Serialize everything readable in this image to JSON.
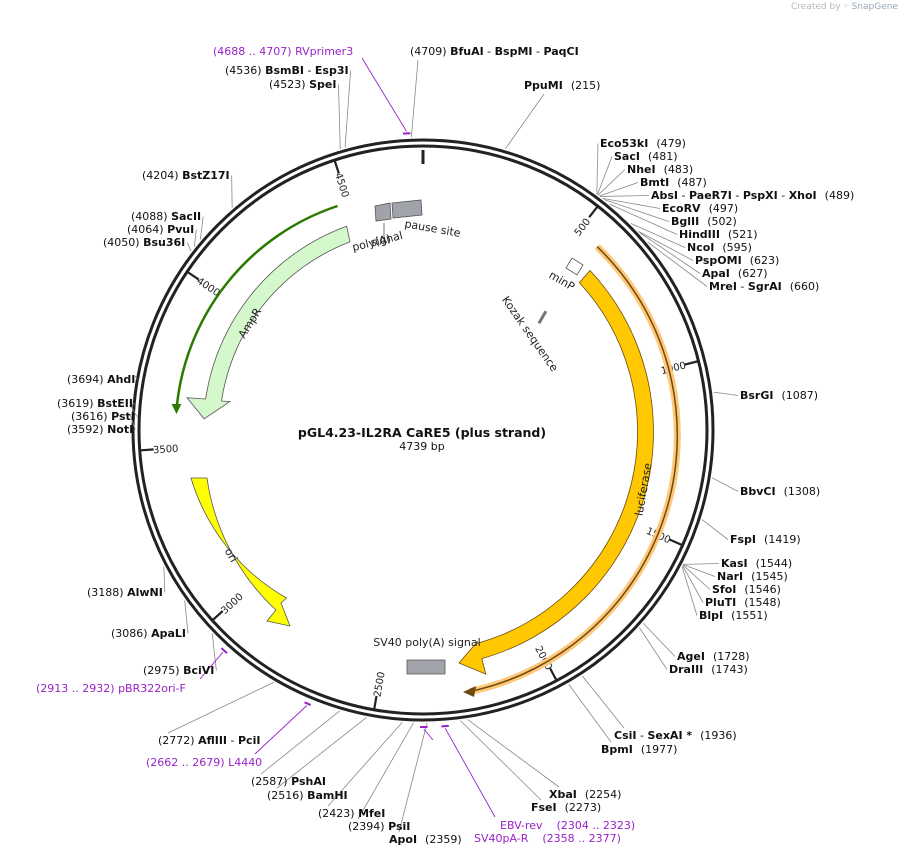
{
  "credit": {
    "prefix": "Created by",
    "brand": "SnapGene"
  },
  "plasmid": {
    "name": "pGL4.23-IL2RA CaRE5 (plus strand)",
    "length_label": "4739 bp",
    "length": 4739
  },
  "ticks": [
    "500",
    "1000",
    "1500",
    "2000",
    "2500",
    "3000",
    "3500",
    "4000",
    "4500"
  ],
  "colors": {
    "ampr": "#d4f7cc",
    "ampr_arrow": "#2a7a00",
    "luciferase": "#ffc800",
    "luc_arrow_outline": "#ffc879",
    "ori": "#ffff00",
    "terminator": "#a0a4aa",
    "primer": "#9a22c9"
  },
  "features": {
    "ampr": "AmpR",
    "ori": "ori",
    "luciferase": "luciferase",
    "sv40": "SV40 poly(A) signal",
    "polya": "poly(A)\nsignal",
    "pause": "pause site",
    "minp": "minP",
    "kozak": "Kozak sequence"
  },
  "sites": [
    {
      "names": [
        "BfuAI",
        "BspMI",
        "PaqCI"
      ],
      "pos": "(4709)"
    },
    {
      "names": [
        "PpuMI"
      ],
      "pos": "(215)"
    },
    {
      "names": [
        "Eco53kI"
      ],
      "pos": "(479)"
    },
    {
      "names": [
        "SacI"
      ],
      "pos": "(481)"
    },
    {
      "names": [
        "NheI"
      ],
      "pos": "(483)"
    },
    {
      "names": [
        "BmtI"
      ],
      "pos": "(487)"
    },
    {
      "names": [
        "AbsI",
        "PaeR7I",
        "PspXI",
        "XhoI"
      ],
      "pos": "(489)"
    },
    {
      "names": [
        "EcoRV"
      ],
      "pos": "(497)"
    },
    {
      "names": [
        "BglII"
      ],
      "pos": "(502)"
    },
    {
      "names": [
        "HindIII"
      ],
      "pos": "(521)"
    },
    {
      "names": [
        "NcoI"
      ],
      "pos": "(595)"
    },
    {
      "names": [
        "PspOMI"
      ],
      "pos": "(623)"
    },
    {
      "names": [
        "ApaI"
      ],
      "pos": "(627)"
    },
    {
      "names": [
        "MreI",
        "SgrAI"
      ],
      "pos": "(660)"
    },
    {
      "names": [
        "BsrGI"
      ],
      "pos": "(1087)"
    },
    {
      "names": [
        "BbvCI"
      ],
      "pos": "(1308)"
    },
    {
      "names": [
        "FspI"
      ],
      "pos": "(1419)"
    },
    {
      "names": [
        "KasI"
      ],
      "pos": "(1544)"
    },
    {
      "names": [
        "NarI"
      ],
      "pos": "(1545)"
    },
    {
      "names": [
        "SfoI"
      ],
      "pos": "(1546)"
    },
    {
      "names": [
        "PluTI"
      ],
      "pos": "(1548)"
    },
    {
      "names": [
        "BlpI"
      ],
      "pos": "(1551)"
    },
    {
      "names": [
        "AgeI"
      ],
      "pos": "(1728)"
    },
    {
      "names": [
        "DraIII"
      ],
      "pos": "(1743)"
    },
    {
      "names": [
        "CsiI",
        "SexAI *"
      ],
      "pos": "(1936)"
    },
    {
      "names": [
        "BpmI"
      ],
      "pos": "(1977)"
    },
    {
      "names": [
        "XbaI"
      ],
      "pos": "(2254)"
    },
    {
      "names": [
        "FseI"
      ],
      "pos": "(2273)"
    },
    {
      "names": [
        "ApoI"
      ],
      "pos": "(2359)"
    },
    {
      "names": [
        "PsiI"
      ],
      "pos": "(2394)"
    },
    {
      "names": [
        "MfeI"
      ],
      "pos": "(2423)"
    },
    {
      "names": [
        "BamHI"
      ],
      "pos": "(2516)"
    },
    {
      "names": [
        "PshAI"
      ],
      "pos": "(2587)"
    },
    {
      "names": [
        "AflIII",
        "PciI"
      ],
      "pos": "(2772)"
    },
    {
      "names": [
        "BciVI"
      ],
      "pos": "(2975)"
    },
    {
      "names": [
        "ApaLI"
      ],
      "pos": "(3086)"
    },
    {
      "names": [
        "AlwNI"
      ],
      "pos": "(3188)"
    },
    {
      "names": [
        "NotI"
      ],
      "pos": "(3592)"
    },
    {
      "names": [
        "PstI"
      ],
      "pos": "(3616)"
    },
    {
      "names": [
        "BstEII"
      ],
      "pos": "(3619)"
    },
    {
      "names": [
        "AhdI"
      ],
      "pos": "(3694)"
    },
    {
      "names": [
        "Bsu36I"
      ],
      "pos": "(4050)"
    },
    {
      "names": [
        "PvuI"
      ],
      "pos": "(4064)"
    },
    {
      "names": [
        "SacII"
      ],
      "pos": "(4088)"
    },
    {
      "names": [
        "BstZ17I"
      ],
      "pos": "(4204)"
    },
    {
      "names": [
        "SpeI"
      ],
      "pos": "(4523)"
    },
    {
      "names": [
        "BsmBI",
        "Esp3I"
      ],
      "pos": "(4536)"
    }
  ],
  "primers": [
    {
      "name": "RVprimer3",
      "range": "(4688 .. 4707)"
    },
    {
      "name": "pBR322ori-F",
      "range": "(2913 .. 2932)"
    },
    {
      "name": "L4440",
      "range": "(2662 .. 2679)"
    },
    {
      "name": "EBV-rev",
      "range": "(2304 .. 2323)"
    },
    {
      "name": "SV40pA-R",
      "range": "(2358 .. 2377)"
    }
  ]
}
